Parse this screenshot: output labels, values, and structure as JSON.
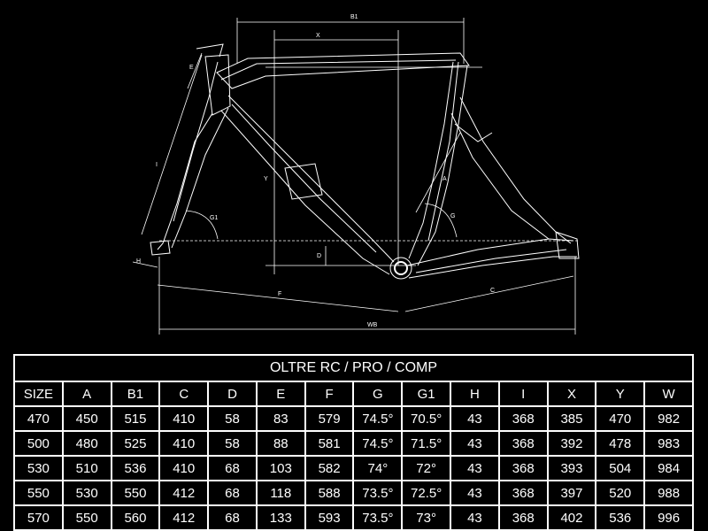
{
  "diagram": {
    "labels": {
      "B1": "B1",
      "X": "X",
      "E": "E",
      "I": "I",
      "Y": "Y",
      "D": "D",
      "A": "A",
      "G": "G",
      "G1": "G1",
      "H": "H",
      "F": "F",
      "C": "C",
      "WB": "WB"
    }
  },
  "table": {
    "title": "OLTRE RC / PRO / COMP",
    "headers": [
      "SIZE",
      "A",
      "B1",
      "C",
      "D",
      "E",
      "F",
      "G",
      "G1",
      "H",
      "I",
      "X",
      "Y",
      "W"
    ],
    "rows": [
      [
        "470",
        "450",
        "515",
        "410",
        "58",
        "83",
        "579",
        "74.5°",
        "70.5°",
        "43",
        "368",
        "385",
        "470",
        "982"
      ],
      [
        "500",
        "480",
        "525",
        "410",
        "58",
        "88",
        "581",
        "74.5°",
        "71.5°",
        "43",
        "368",
        "392",
        "478",
        "983"
      ],
      [
        "530",
        "510",
        "536",
        "410",
        "68",
        "103",
        "582",
        "74°",
        "72°",
        "43",
        "368",
        "393",
        "504",
        "984"
      ],
      [
        "550",
        "530",
        "550",
        "412",
        "68",
        "118",
        "588",
        "73.5°",
        "72.5°",
        "43",
        "368",
        "397",
        "520",
        "988"
      ],
      [
        "570",
        "550",
        "560",
        "412",
        "68",
        "133",
        "593",
        "73.5°",
        "73°",
        "43",
        "368",
        "402",
        "536",
        "996"
      ]
    ]
  }
}
